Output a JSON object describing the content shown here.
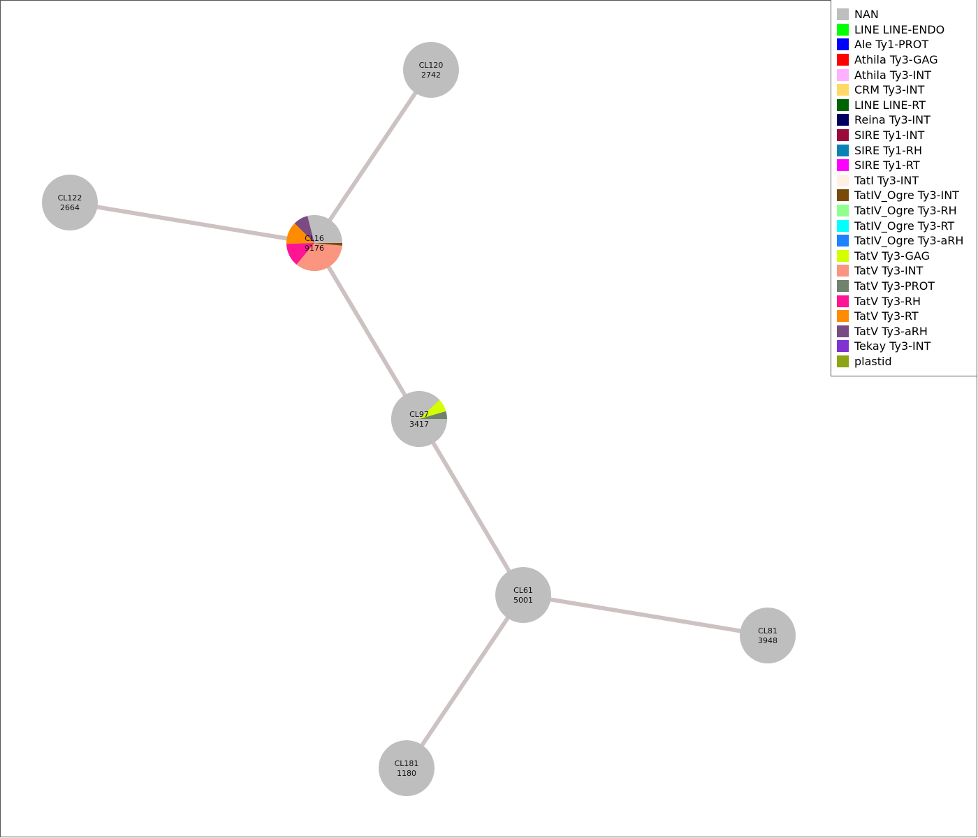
{
  "diagram": {
    "node_base_color": "#bebebe",
    "edge_color": "#cdc2c2",
    "nodes": [
      {
        "id": "CL120",
        "label": "CL120",
        "size": "2742",
        "composition": []
      },
      {
        "id": "CL122",
        "label": "CL122",
        "size": "2664",
        "composition": []
      },
      {
        "id": "CL16",
        "label": "CL16",
        "size": "9176",
        "composition": [
          {
            "annotation": "NAN",
            "fraction": 0.29
          },
          {
            "annotation": "TatV Ty3-aRH",
            "fraction": 0.085
          },
          {
            "annotation": "TatV Ty3-RT",
            "fraction": 0.13
          },
          {
            "annotation": "TatV Ty3-RH",
            "fraction": 0.135
          },
          {
            "annotation": "TatV Ty3-INT",
            "fraction": 0.345
          },
          {
            "annotation": "TatIV_Ogre Ty3-INT",
            "fraction": 0.015
          }
        ]
      },
      {
        "id": "CL97",
        "label": "CL97",
        "size": "3417",
        "composition": [
          {
            "annotation": "TatV Ty3-PROT",
            "fraction": 0.045
          },
          {
            "annotation": "TatV Ty3-GAG",
            "fraction": 0.075
          },
          {
            "annotation": "NAN",
            "fraction": 0.88
          }
        ]
      },
      {
        "id": "CL61",
        "label": "CL61",
        "size": "5001",
        "composition": []
      },
      {
        "id": "CL81",
        "label": "CL81",
        "size": "3948",
        "composition": []
      },
      {
        "id": "CL181",
        "label": "CL181",
        "size": "1180",
        "composition": []
      }
    ],
    "edges": [
      {
        "source": "CL16",
        "target": "CL120"
      },
      {
        "source": "CL16",
        "target": "CL122"
      },
      {
        "source": "CL16",
        "target": "CL97"
      },
      {
        "source": "CL97",
        "target": "CL61"
      },
      {
        "source": "CL61",
        "target": "CL81"
      },
      {
        "source": "CL61",
        "target": "CL181"
      }
    ]
  },
  "legend": {
    "items": [
      {
        "label": "NAN",
        "color": "#bebebe"
      },
      {
        "label": "LINE LINE-ENDO",
        "color": "#00ff00"
      },
      {
        "label": "Ale Ty1-PROT",
        "color": "#0000ff"
      },
      {
        "label": "Athila Ty3-GAG",
        "color": "#ff0000"
      },
      {
        "label": "Athila Ty3-INT",
        "color": "#ffb0ff"
      },
      {
        "label": "CRM Ty3-INT",
        "color": "#ffd966"
      },
      {
        "label": "LINE LINE-RT",
        "color": "#006400"
      },
      {
        "label": "Reina Ty3-INT",
        "color": "#000060"
      },
      {
        "label": "SIRE Ty1-INT",
        "color": "#9b0a3c"
      },
      {
        "label": "SIRE Ty1-RH",
        "color": "#0a82b4"
      },
      {
        "label": "SIRE Ty1-RT",
        "color": "#ff00ff"
      },
      {
        "label": "TatI Ty3-INT",
        "color": "#fff0e6"
      },
      {
        "label": "TatIV_Ogre Ty3-INT",
        "color": "#7a4a0a"
      },
      {
        "label": "TatIV_Ogre Ty3-RH",
        "color": "#90ff90"
      },
      {
        "label": "TatIV_Ogre Ty3-RT",
        "color": "#00ffff"
      },
      {
        "label": "TatIV_Ogre Ty3-aRH",
        "color": "#1e82ff"
      },
      {
        "label": "TatV Ty3-GAG",
        "color": "#d4ff00"
      },
      {
        "label": "TatV Ty3-INT",
        "color": "#fa9680"
      },
      {
        "label": "TatV Ty3-PROT",
        "color": "#6e826e"
      },
      {
        "label": "TatV Ty3-RH",
        "color": "#ff1493"
      },
      {
        "label": "TatV Ty3-RT",
        "color": "#ff8c00"
      },
      {
        "label": "TatV Ty3-aRH",
        "color": "#7b4a82"
      },
      {
        "label": "Tekay Ty3-INT",
        "color": "#8232d2"
      },
      {
        "label": "plastid",
        "color": "#8ca514"
      }
    ]
  }
}
